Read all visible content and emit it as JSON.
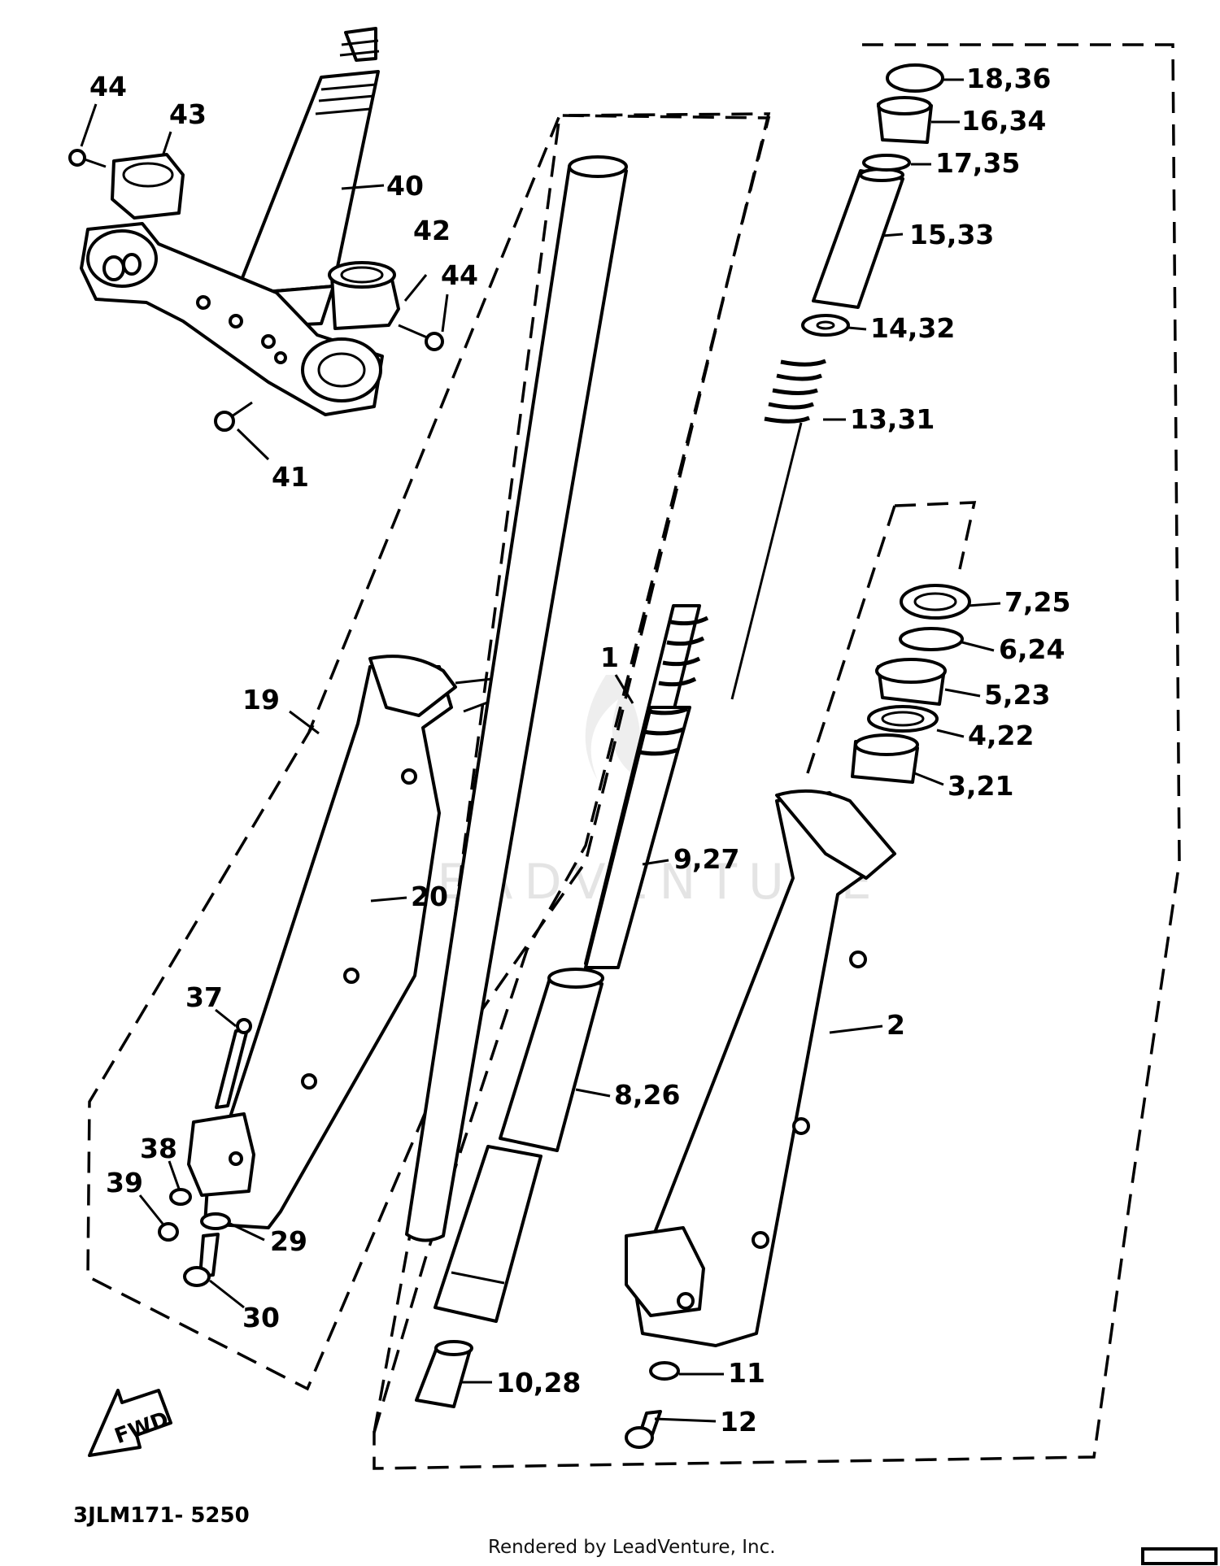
{
  "callouts": {
    "c1": "1",
    "c2": "2",
    "c3_21": "3,21",
    "c4_22": "4,22",
    "c5_23": "5,23",
    "c6_24": "6,24",
    "c7_25": "7,25",
    "c8_26": "8,26",
    "c9_27": "9,27",
    "c10_28": "10,28",
    "c11": "11",
    "c12": "12",
    "c13_31": "13,31",
    "c14_32": "14,32",
    "c15_33": "15,33",
    "c16_34": "16,34",
    "c17_35": "17,35",
    "c18_36": "18,36",
    "c19": "19",
    "c20": "20",
    "c29": "29",
    "c30": "30",
    "c37": "37",
    "c38": "38",
    "c39": "39",
    "c40": "40",
    "c41": "41",
    "c42": "42",
    "c43": "43",
    "c44a": "44",
    "c44b": "44"
  },
  "fwd_label": "FWD",
  "diagram_code": "3JLM171- 5250",
  "footer": "Rendered by LeadVenture, Inc.",
  "watermark": "LEADVENTURE"
}
